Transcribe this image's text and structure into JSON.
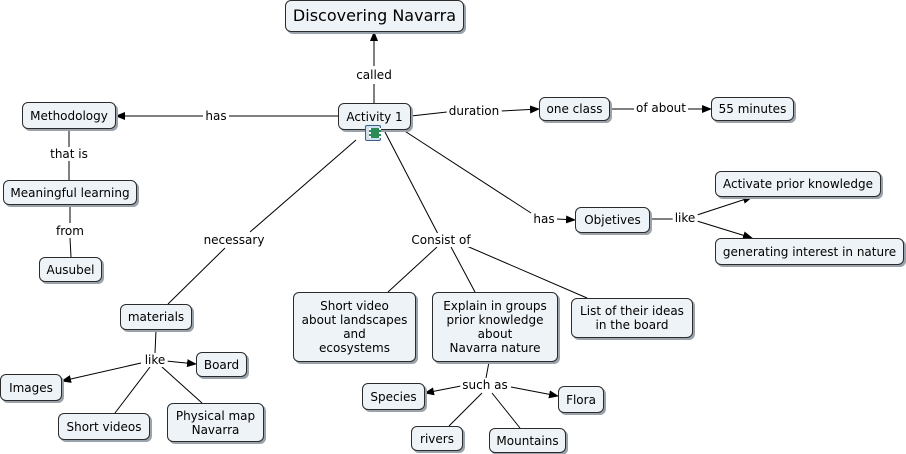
{
  "nodes": {
    "discovering_navarra": "Discovering Navarra",
    "activity_1": "Activity 1",
    "methodology": "Methodology",
    "meaningful_learning": "Meaningful learning",
    "ausubel": "Ausubel",
    "one_class": "one class",
    "minutes_55": "55 minutes",
    "objetives": "Objetives",
    "activate_prior_knowledge": "Activate prior knowledge",
    "generating_interest": "generating interest in nature",
    "materials": "materials",
    "images": "Images",
    "board": "Board",
    "short_videos": "Short videos",
    "physical_map": "Physical map\nNavarra",
    "short_video": "Short video\nabout landscapes\nand\necosystems",
    "explain_groups": "Explain in groups\nprior knowledge\nabout\nNavarra nature",
    "list_ideas": "List of their ideas\nin the board",
    "species": "Species",
    "flora": "Flora",
    "rivers": "rivers",
    "mountains": "Mountains"
  },
  "links": {
    "called": "called",
    "has_methodology": "has",
    "that_is": "that is",
    "from": "from",
    "duration": "duration",
    "of_about": "of about",
    "has_objetives": "has",
    "like_objetives": "like",
    "necessary": "necessary",
    "like_materials": "like",
    "consist_of": "Consist of",
    "such_as": "such as"
  },
  "icons": {
    "activity_icon": "video-icon"
  }
}
